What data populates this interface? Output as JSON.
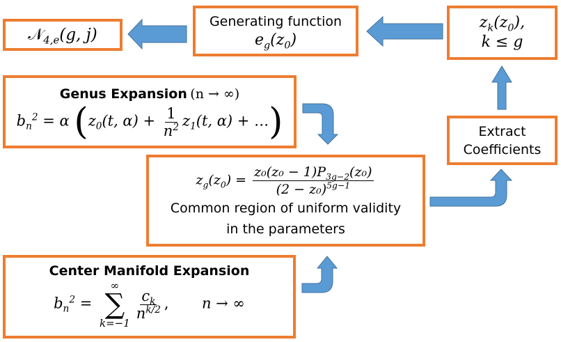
{
  "diagram": {
    "colors": {
      "box_border": "#ED7D31",
      "arrow_fill": "#5B9BD5",
      "arrow_stroke": "#41719C"
    },
    "nodes": {
      "count_box": {
        "math_symbol": "𝒩",
        "sub": "4,e",
        "args": "(g, j)"
      },
      "generating_function": {
        "label": "Generating function",
        "math_base": "e",
        "math_sub": "g",
        "math_args_open": "(z",
        "math_args_sub": "0",
        "math_args_close": ")"
      },
      "zk_box": {
        "line1_base": "z",
        "line1_sub": "k",
        "line1_args_open": "(z",
        "line1_args_sub": "0",
        "line1_args_close": "),",
        "line2": "k ≤ g"
      },
      "genus_expansion": {
        "title": "Genus Expansion",
        "title_math": "(n  → ∞)",
        "eq_lhs_base": "b",
        "eq_lhs_sub": "n",
        "eq_lhs_sup": "2",
        "eq_equals": " = α",
        "term0_base": "z",
        "term0_sub": "0",
        "term0_args": "(t, α) +",
        "frac_num": "1",
        "frac_den_base": "n",
        "frac_den_sup": "2",
        "term1_base": "z",
        "term1_sub": "1",
        "term1_args": "(t, α) +  …",
        "paren_open": "(",
        "paren_close": ")"
      },
      "extract_coefficients": {
        "line1": "Extract",
        "line2": "Coefficients"
      },
      "zg_box": {
        "lhs_base": "z",
        "lhs_sub": "g",
        "lhs_args_open": "(z",
        "lhs_args_sub": "0",
        "lhs_args_close": ") =",
        "num": "z₀(z₀ − 1)P",
        "num_sub": "3g−2",
        "num_tail": "(z₀)",
        "den": "(2 − z₀)",
        "den_sup": "5g−1",
        "line2": "Common region of uniform validity",
        "line3": "in the parameters"
      },
      "center_manifold": {
        "title": "Center Manifold Expansion",
        "eq_lhs_base": "b",
        "eq_lhs_sub": "n",
        "eq_lhs_sup": "2",
        "eq_equals": "=",
        "sum_upper": "∞",
        "sum_symbol": "∑",
        "sum_lower": "k=−1",
        "frac_num_base": "c",
        "frac_num_sub": "k",
        "frac_den_base": "n",
        "frac_den_sup": "k/2",
        "comma": ",",
        "limit": "n  → ∞"
      }
    },
    "edges": [
      {
        "from": "generating_function",
        "to": "count_box",
        "direction": "left"
      },
      {
        "from": "zk_box",
        "to": "generating_function",
        "direction": "left"
      },
      {
        "from": "extract_coefficients",
        "to": "zk_box",
        "direction": "up"
      },
      {
        "from": "genus_expansion",
        "to": "zg_box",
        "direction": "bent-down"
      },
      {
        "from": "center_manifold",
        "to": "zg_box",
        "direction": "bent-up"
      },
      {
        "from": "zg_box",
        "to": "extract_coefficients",
        "direction": "bent-up"
      }
    ]
  }
}
